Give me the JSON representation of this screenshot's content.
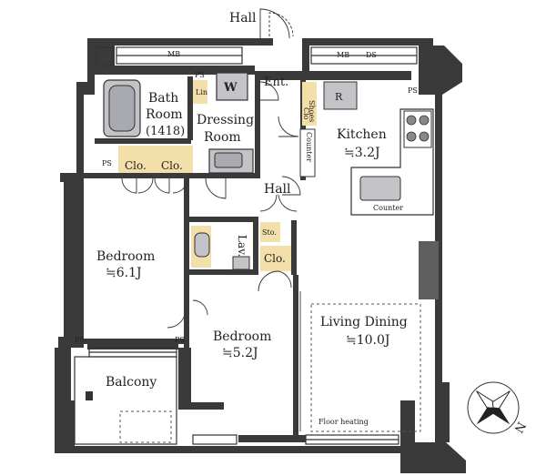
{
  "rooms": {
    "bath": [
      "Bath",
      "Room",
      "(1418)"
    ],
    "dressing": [
      "Dressing",
      "Room"
    ],
    "kitchen": [
      "Kitchen",
      "≒3.2J"
    ],
    "bedroom1": [
      "Bedroom",
      "≒6.1J"
    ],
    "bedroom2": [
      "Bedroom",
      "≒5.2J"
    ],
    "living": [
      "Living Dining",
      "≒10.0J"
    ],
    "balcony": "Balcony",
    "hall_top": "Hall",
    "hall_mid": "Hall",
    "entrance": "Ent."
  },
  "labels": {
    "mb_left": "MB",
    "mb_right": "MB",
    "ds": "DS",
    "ps": "PS",
    "washer": "W",
    "linen": "Lin",
    "shoes": [
      "Shoes",
      "Clo"
    ],
    "counter_entry": "Counter",
    "counter_kitchen": "Counter",
    "refrigerator": "R",
    "closet": "Clo.",
    "storage": "Sto.",
    "lavatory": "Lav.",
    "floor_heating": "Floor heating"
  },
  "compass": {
    "north": "N"
  }
}
